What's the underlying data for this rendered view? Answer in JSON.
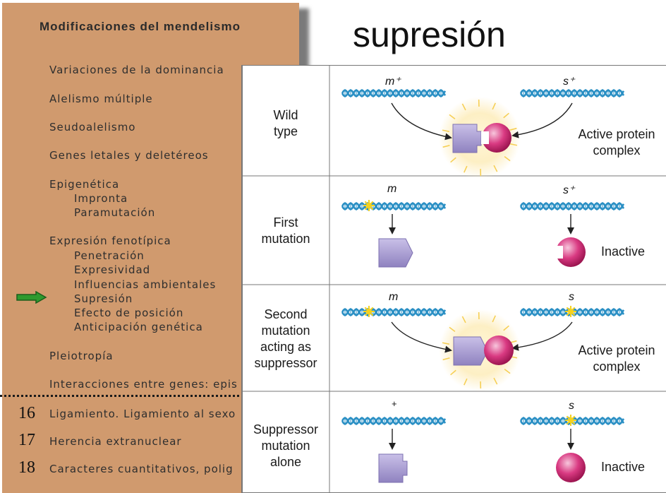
{
  "left_panel": {
    "title": "Modificaciones del mendelismo",
    "items": [
      {
        "label": "Variaciones de la dominancia"
      },
      {
        "label": "Alelismo múltiple"
      },
      {
        "label": "Seudoalelismo"
      },
      {
        "label": "Genes letales y deletéreos"
      },
      {
        "label": "Epigenética"
      },
      {
        "label": "Impronta"
      },
      {
        "label": "Paramutación"
      },
      {
        "label": "Expresión fenotípica"
      },
      {
        "label": "Penetración"
      },
      {
        "label": "Expresividad"
      },
      {
        "label": "Influencias ambientales"
      },
      {
        "label": "Supresión"
      },
      {
        "label": "Efecto de posición"
      },
      {
        "label": "Anticipación genética"
      },
      {
        "label": "Pleiotropía"
      },
      {
        "label": "Interacciones entre genes: epis"
      }
    ],
    "chapters": [
      {
        "number": "16",
        "label": "Ligamiento. Ligamiento al sexo"
      },
      {
        "number": "17",
        "label": "Herencia extranuclear"
      },
      {
        "number": "18",
        "label": "Caracteres cuantitativos, polig"
      }
    ],
    "pointer_color": "#2e9a2e"
  },
  "heading": "supresión",
  "diagram": {
    "rows": [
      {
        "label": "Wild\ntype",
        "gene_left": "m⁺",
        "gene_right": "s⁺",
        "result": "Active protein\ncomplex"
      },
      {
        "label": "First\nmutation",
        "gene_left": "m",
        "gene_right": "s⁺",
        "result": "Inactive"
      },
      {
        "label": "Second\nmutation\nacting as\nsuppressor",
        "gene_left": "m",
        "gene_right": "s",
        "result": "Active protein\ncomplex"
      },
      {
        "label": "Suppressor\nmutation\nalone",
        "gene_left": "+",
        "gene_right": "s",
        "result": "Inactive"
      }
    ],
    "colors": {
      "dna": "#2a8fc4",
      "protein_m": "#a79bd0",
      "protein_s": "#d2337a",
      "glow": "#fdf0c0",
      "mutation": "#f4d21f"
    }
  }
}
